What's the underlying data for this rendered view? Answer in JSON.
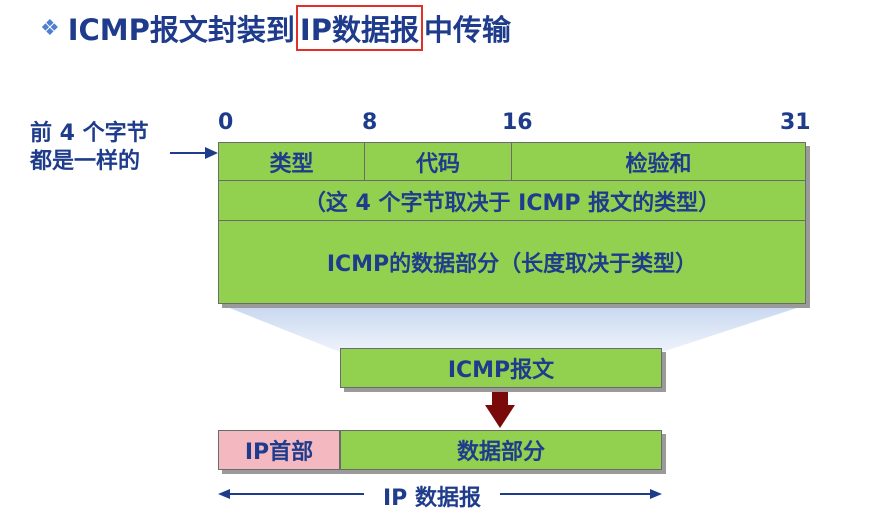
{
  "title": {
    "prefix": "ICMP报文封装到",
    "highlight": "IP数据报",
    "suffix": "中传输"
  },
  "side_note": {
    "line1": "前 4 个字节",
    "line2": "都是一样的"
  },
  "bit_ticks": [
    "0",
    "8",
    "16",
    "31"
  ],
  "header": {
    "type_label": "类型",
    "code_label": "代码",
    "checksum_label": "检验和",
    "rest_label": "（这 4 个字节取决于 ICMP 报文的类型）",
    "data_label": "ICMP的数据部分（长度取决于类型）"
  },
  "icmp_message": "ICMP报文",
  "ip_header": "IP首部",
  "ip_data": "数据部分",
  "ip_datagram": "IP 数据报",
  "colors": {
    "green": "#92d050",
    "pink": "#f4b8c0",
    "text": "#1f3c8c",
    "highlight_border": "#e0302a",
    "arrow": "#7a0a0a"
  }
}
